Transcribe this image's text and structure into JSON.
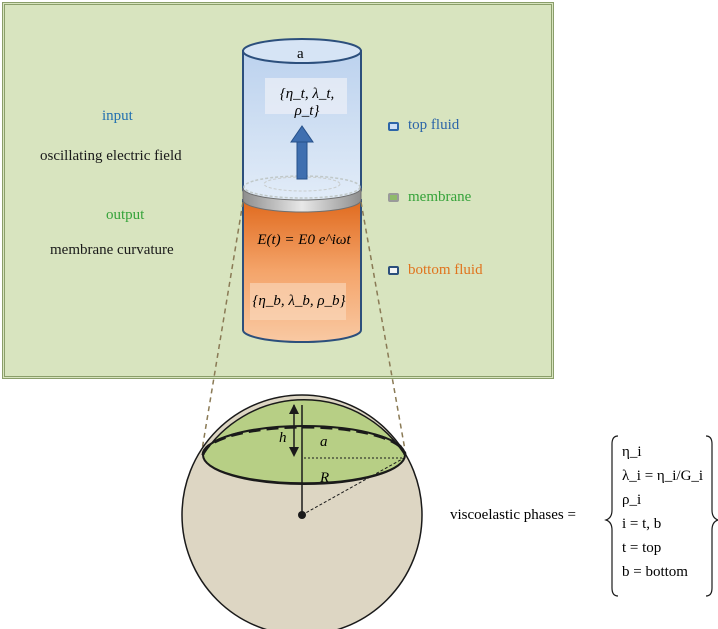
{
  "panel": {
    "input_label": "input",
    "input_text": "oscillating electric field",
    "output_label": "output",
    "output_text": "membrane curvature"
  },
  "cylinder": {
    "top_label": "a",
    "top_params": "{η_t, λ_t, ρ_t}",
    "field_equation": "E(t) = E0 e^iωt",
    "bottom_params": "{η_b, λ_b, ρ_b}"
  },
  "legend": [
    {
      "icon": "top-fluid-swatch",
      "label": "top fluid",
      "color": "#2c65a8"
    },
    {
      "icon": "membrane-swatch",
      "label": "membrane",
      "color": "#36a33a"
    },
    {
      "icon": "bottom-fluid-swatch",
      "label": "bottom fluid",
      "color": "#e0741e"
    }
  ],
  "sphere": {
    "h_label": "h",
    "a_label": "a",
    "R_label": "R"
  },
  "phases": {
    "label": "viscoelastic phases =",
    "items": [
      "η_i",
      "λ_i = η_i/G_i",
      "ρ_i",
      "i = t, b",
      "t = top",
      "b = bottom"
    ]
  },
  "colors": {
    "panel_bg": "#d8e4bf",
    "top_fluid": "#cddff5",
    "bottom_fluid": "#f08a42",
    "membrane_cap": "#b5cf85",
    "sphere_bg": "#ddd6c3"
  }
}
